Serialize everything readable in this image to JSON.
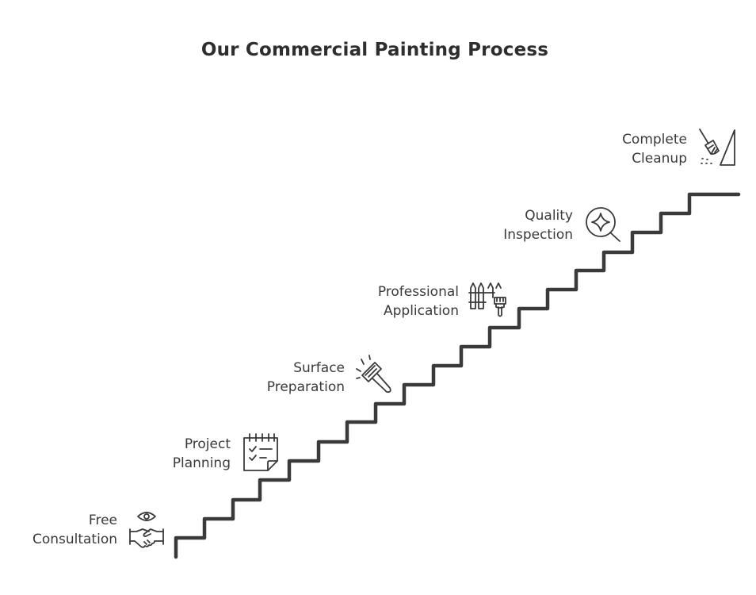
{
  "title": "Our Commercial Painting Process",
  "colors": {
    "line": "#3a3a3a",
    "text": "#3a3a3a",
    "background": "#ffffff"
  },
  "steps": [
    {
      "lines": [
        "Free",
        "Consultation"
      ],
      "icon": "handshake-eye-icon"
    },
    {
      "lines": [
        "Project",
        "Planning"
      ],
      "icon": "calendar-checklist-icon"
    },
    {
      "lines": [
        "Surface",
        "Preparation"
      ],
      "icon": "scraper-icon"
    },
    {
      "lines": [
        "Professional",
        "Application"
      ],
      "icon": "paint-brush-fence-icon"
    },
    {
      "lines": [
        "Quality",
        "Inspection"
      ],
      "icon": "magnifier-sparkle-icon"
    },
    {
      "lines": [
        "Complete",
        "Cleanup"
      ],
      "icon": "broom-icon"
    }
  ]
}
